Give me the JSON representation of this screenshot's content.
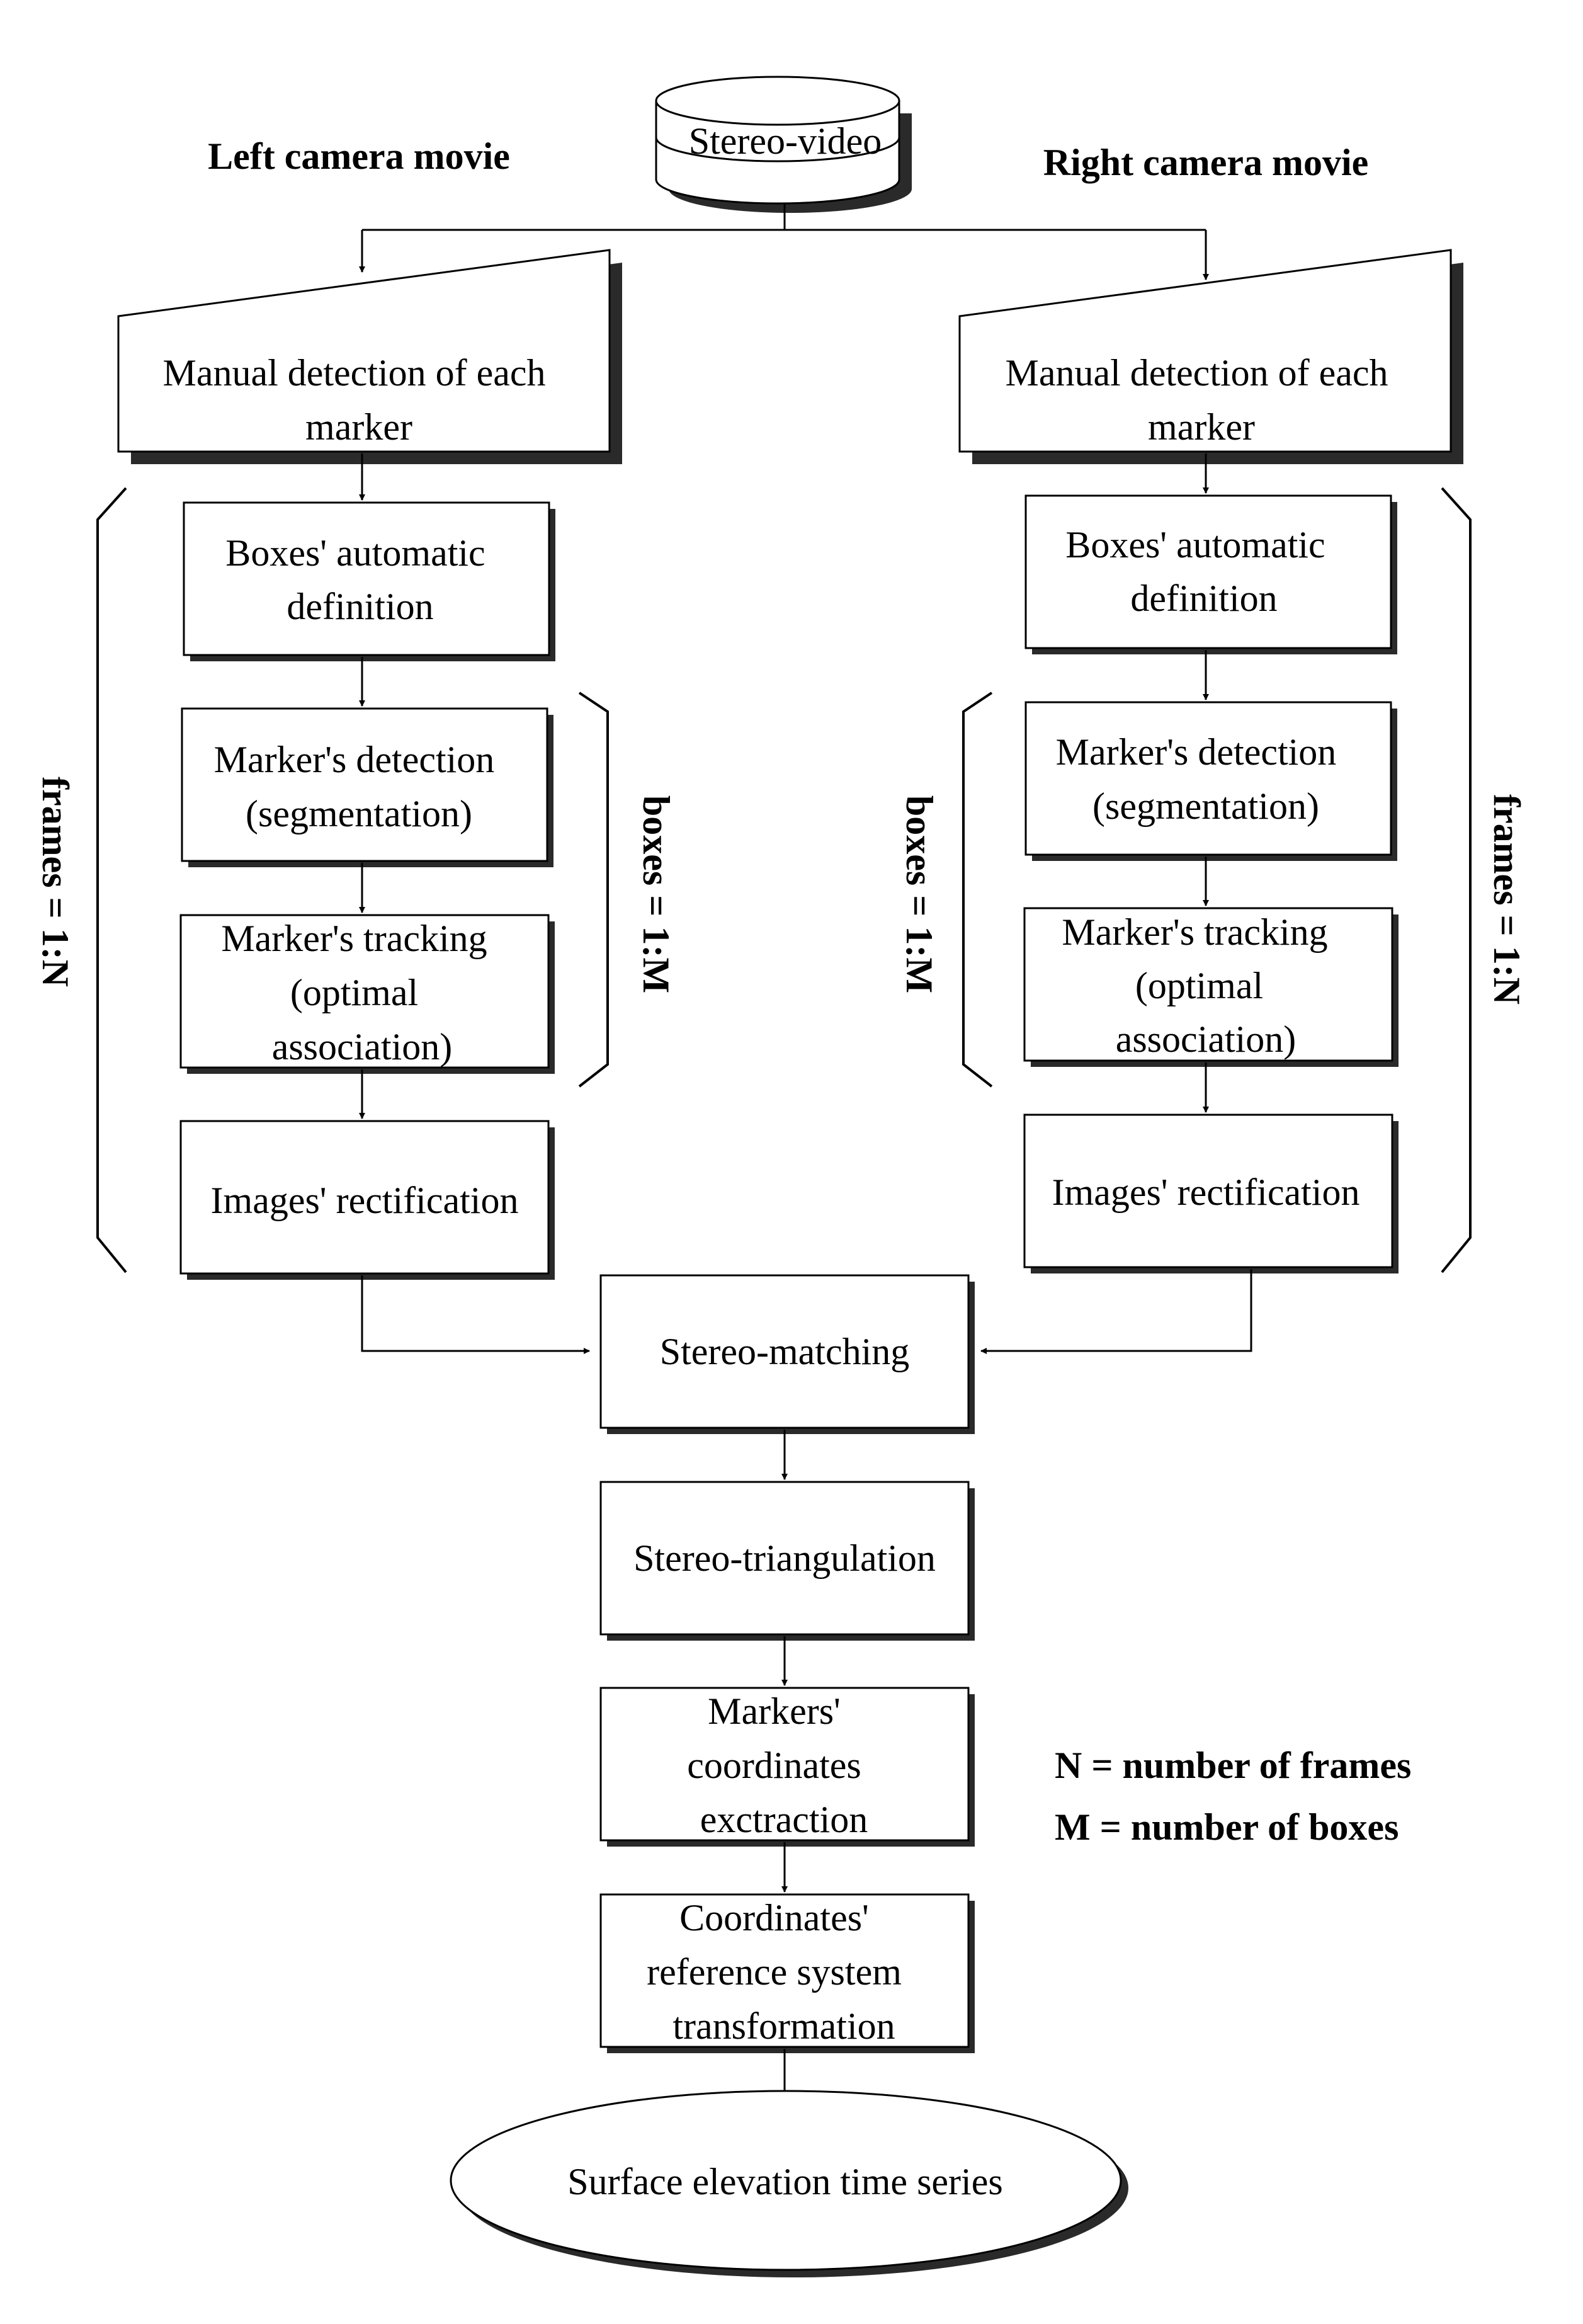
{
  "headers": {
    "left": "Left camera movie",
    "right": "Right camera movie"
  },
  "source": {
    "label": "Stereo-video"
  },
  "left": {
    "manual": [
      "Manual detection of each",
      "marker"
    ],
    "boxes_def": [
      "Boxes' automatic",
      "definition"
    ],
    "detection": [
      "Marker's detection",
      "(segmentation)"
    ],
    "tracking": [
      "Marker's tracking",
      "(optimal",
      "association)"
    ],
    "rectification": [
      "Images' rectification"
    ],
    "frames_label": "frames = 1:N",
    "boxes_label": "boxes = 1:M"
  },
  "right": {
    "manual": [
      "Manual detection of each",
      "marker"
    ],
    "boxes_def": [
      "Boxes' automatic",
      "definition"
    ],
    "detection": [
      "Marker's detection",
      "(segmentation)"
    ],
    "tracking": [
      "Marker's tracking",
      "(optimal",
      "association)"
    ],
    "rectification": [
      "Images' rectification"
    ],
    "frames_label": "frames = 1:N",
    "boxes_label": "boxes = 1:M"
  },
  "center": {
    "matching": [
      "Stereo-matching"
    ],
    "triangulation": [
      "Stereo-triangulation"
    ],
    "extraction": [
      "Markers'",
      "coordinates",
      "exctraction"
    ],
    "transformation": [
      "Coordinates'",
      "reference system",
      "transformation"
    ],
    "output": [
      "Surface elevation time series"
    ]
  },
  "legend": {
    "n_def": "N = number of frames",
    "m_def": "M = number of boxes"
  }
}
